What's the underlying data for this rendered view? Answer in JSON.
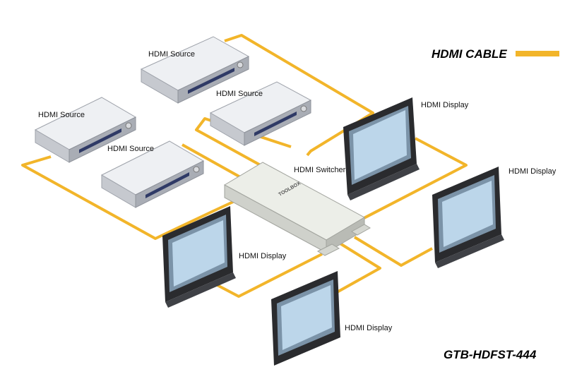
{
  "legend": {
    "cable_label": "HDMI CABLE",
    "cable_color": "#f2b52a"
  },
  "model": "GTB-HDFST-444",
  "switcher": {
    "label": "HDMI Switcher",
    "brand": "TOOLBOX"
  },
  "sources": [
    {
      "label": "HDMI Source"
    },
    {
      "label": "HDMI Source"
    },
    {
      "label": "HDMI Source"
    },
    {
      "label": "HDMI Source"
    }
  ],
  "displays": [
    {
      "label": "HDMI Display"
    },
    {
      "label": "HDMI Display"
    },
    {
      "label": "HDMI Display"
    },
    {
      "label": "HDMI Display"
    }
  ],
  "colors": {
    "cable": "#f2b52a",
    "device_body": "#dcdee3",
    "device_top": "#eef0f3",
    "device_front": "#a9adb5",
    "display_bezel": "#2a2b2e",
    "display_screen": "#bcd6ea"
  }
}
